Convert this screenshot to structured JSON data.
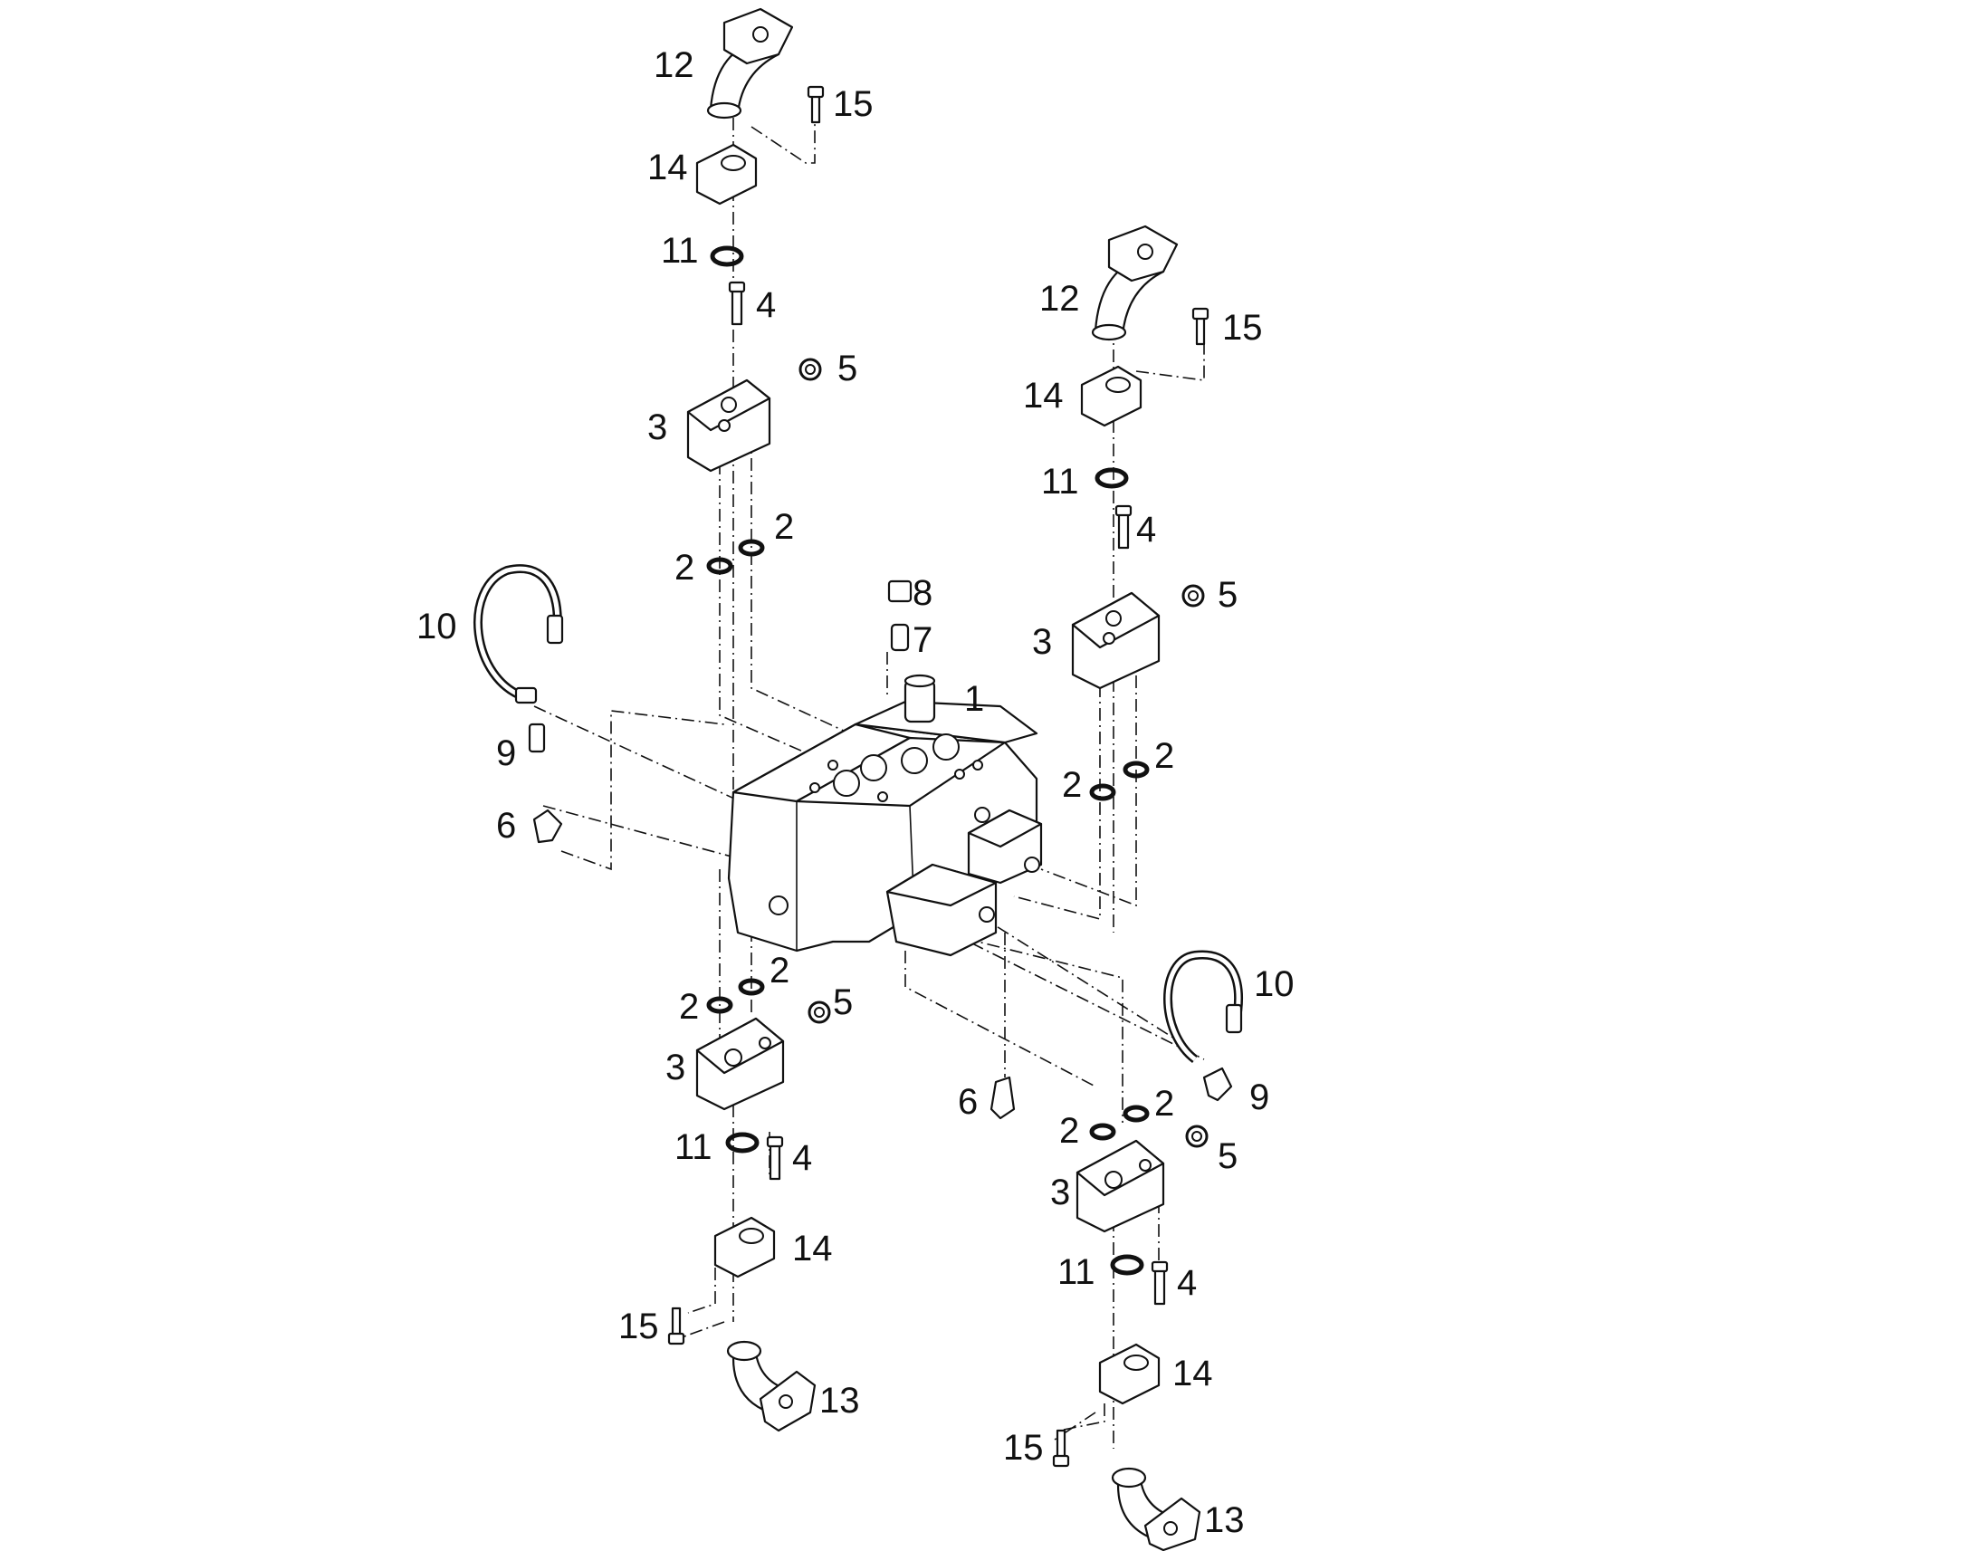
{
  "diagram": {
    "callouts": [
      {
        "id": "c1",
        "text": "1"
      },
      {
        "id": "c2a",
        "text": "2"
      },
      {
        "id": "c2b",
        "text": "2"
      },
      {
        "id": "c2c",
        "text": "2"
      },
      {
        "id": "c2d",
        "text": "2"
      },
      {
        "id": "c2e",
        "text": "2"
      },
      {
        "id": "c2f",
        "text": "2"
      },
      {
        "id": "c2g",
        "text": "2"
      },
      {
        "id": "c2h",
        "text": "2"
      },
      {
        "id": "c3a",
        "text": "3"
      },
      {
        "id": "c3b",
        "text": "3"
      },
      {
        "id": "c3c",
        "text": "3"
      },
      {
        "id": "c3d",
        "text": "3"
      },
      {
        "id": "c4a",
        "text": "4"
      },
      {
        "id": "c4b",
        "text": "4"
      },
      {
        "id": "c4c",
        "text": "4"
      },
      {
        "id": "c4d",
        "text": "4"
      },
      {
        "id": "c5a",
        "text": "5"
      },
      {
        "id": "c5b",
        "text": "5"
      },
      {
        "id": "c5c",
        "text": "5"
      },
      {
        "id": "c5d",
        "text": "5"
      },
      {
        "id": "c6a",
        "text": "6"
      },
      {
        "id": "c6b",
        "text": "6"
      },
      {
        "id": "c7",
        "text": "7"
      },
      {
        "id": "c8",
        "text": "8"
      },
      {
        "id": "c9a",
        "text": "9"
      },
      {
        "id": "c9b",
        "text": "9"
      },
      {
        "id": "c10a",
        "text": "10"
      },
      {
        "id": "c10b",
        "text": "10"
      },
      {
        "id": "c11a",
        "text": "11"
      },
      {
        "id": "c11b",
        "text": "11"
      },
      {
        "id": "c11c",
        "text": "11"
      },
      {
        "id": "c11d",
        "text": "11"
      },
      {
        "id": "c12a",
        "text": "12"
      },
      {
        "id": "c12b",
        "text": "12"
      },
      {
        "id": "c13a",
        "text": "13"
      },
      {
        "id": "c13b",
        "text": "13"
      },
      {
        "id": "c14a",
        "text": "14"
      },
      {
        "id": "c14b",
        "text": "14"
      },
      {
        "id": "c14c",
        "text": "14"
      },
      {
        "id": "c14d",
        "text": "14"
      },
      {
        "id": "c15a",
        "text": "15"
      },
      {
        "id": "c15b",
        "text": "15"
      },
      {
        "id": "c15c",
        "text": "15"
      },
      {
        "id": "c15d",
        "text": "15"
      }
    ]
  }
}
